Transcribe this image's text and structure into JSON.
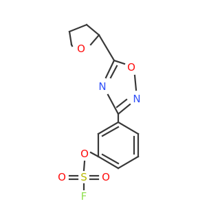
{
  "molecule": {
    "atom_labels": {
      "o_thf": "O",
      "o_oxadiazole": "O",
      "n_right": "N",
      "n_left": "N",
      "o_ester": "O",
      "s": "S",
      "o_sulfonyl_left": "O",
      "o_sulfonyl_right": "O",
      "f": "F"
    },
    "colors": {
      "bond": "#383838",
      "oxygen": "#ff0d0d",
      "nitrogen": "#3050f8",
      "sulfur": "#b8b800",
      "fluorine": "#90e050",
      "background": "#ffffff"
    }
  }
}
